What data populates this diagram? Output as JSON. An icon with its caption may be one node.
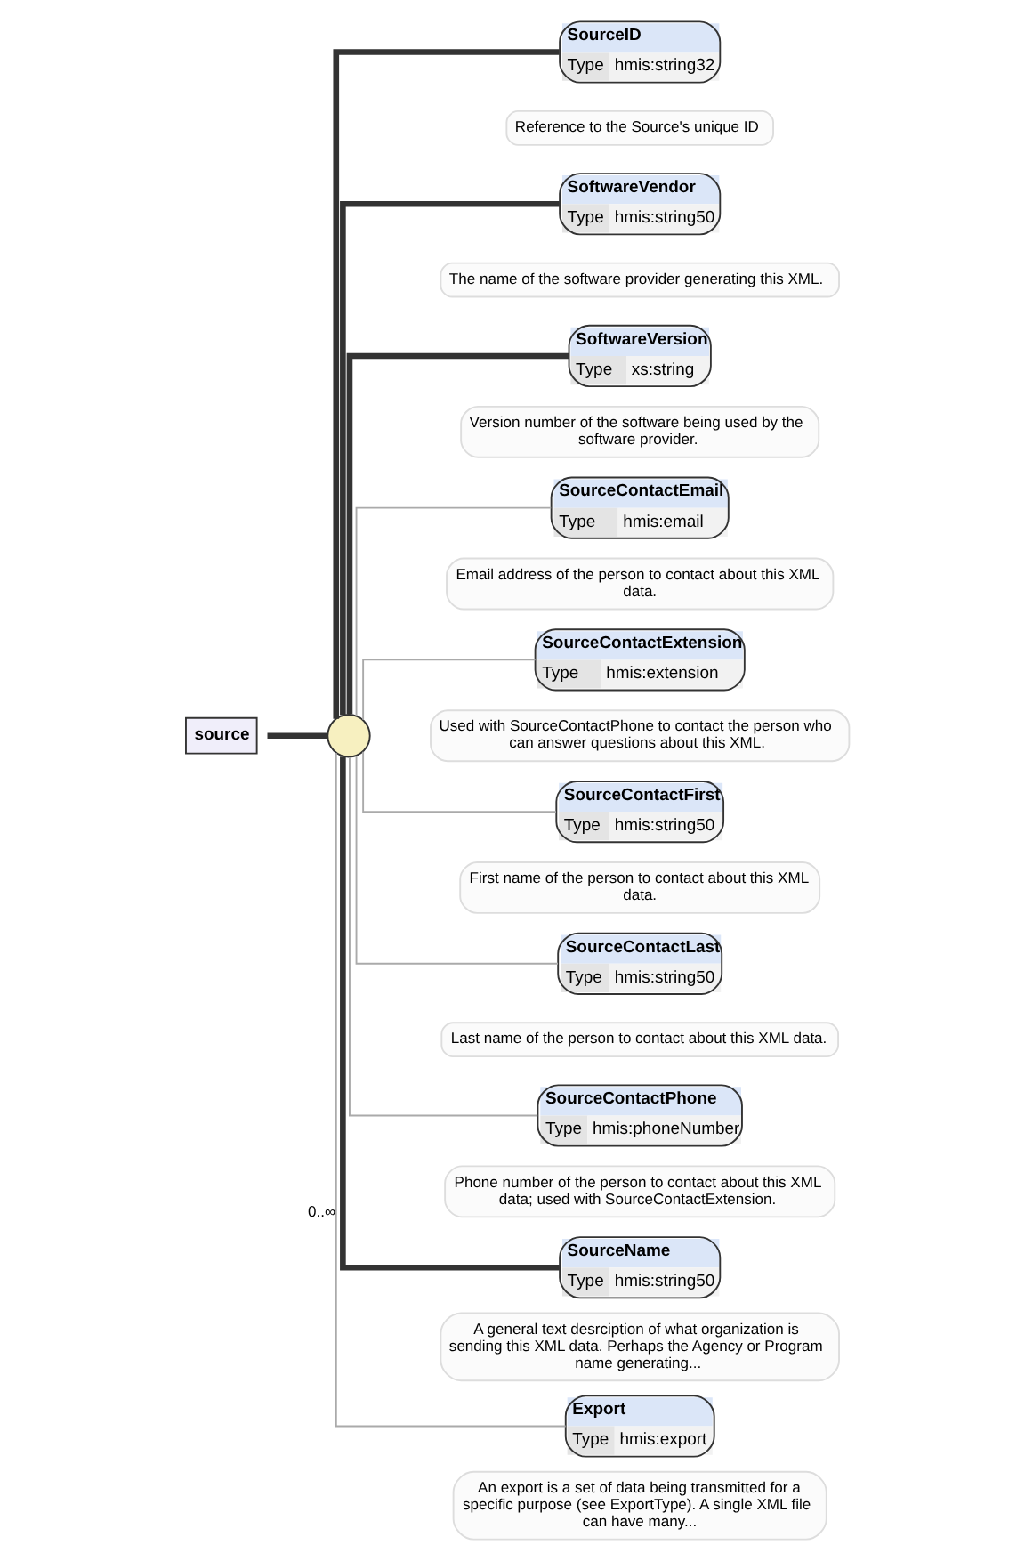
{
  "diagram": {
    "nodes": [
      {
        "text": [
          "source"
        ]
      },
      {
        "text": [],
        "shape": "circle"
      },
      {
        "text": [
          "SourceID",
          "Type",
          "hmis:string32"
        ],
        "beside": [
          "Reference to the Source's unique ID"
        ]
      },
      {
        "text": [
          "SoftwareVendor",
          "Type",
          "hmis:string50"
        ],
        "beside": [
          "The name of the software provider generating this XML."
        ]
      },
      {
        "text": [
          "SoftwareVersion",
          "Type",
          "xs:string"
        ],
        "beside": [
          "Version number of the software being used by the software provider."
        ]
      },
      {
        "text": [
          "SourceContactEmail",
          "Type",
          "hmis:email"
        ],
        "beside": [
          "Email address of the person to contact about this XML data."
        ]
      },
      {
        "text": [
          "SourceContactExtension",
          "Type",
          "hmis:extension"
        ],
        "beside": [
          "Used with SourceContactPhone to contact the person who can answer questions about this XML."
        ]
      },
      {
        "text": [
          "SourceContactFirst",
          "Type",
          "hmis:string50"
        ],
        "beside": [
          "First name of the person to contact about this XML data."
        ]
      },
      {
        "text": [
          "SourceContactLast",
          "Type",
          "hmis:string50"
        ],
        "beside": [
          "Last name of the person to contact about this XML data."
        ]
      },
      {
        "text": [
          "SourceContactPhone",
          "Type",
          "hmis:phoneNumber"
        ],
        "beside": [
          "Phone number of the person to contact about this XML data; used with SourceContactExtension."
        ]
      },
      {
        "text": [
          "SourceName",
          "Type",
          "hmis:string50"
        ],
        "beside": [
          "A general text desrciption of what organization is sending this XML data. Perhaps the Agency or Program name generating..."
        ]
      },
      {
        "text": [
          "Export",
          "Type",
          "hmis:export"
        ],
        "beside": [
          "An export is a set of data being transmitted for a specific purpose (see ExportType). A single XML file can have many..."
        ]
      }
    ],
    "edges": [
      {
        "from": 0,
        "to": 1,
        "arrow": "none",
        "style": "thick",
        "color": "#333333"
      },
      {
        "from": 1,
        "to": 2,
        "arrow": "none",
        "style": "thick",
        "color": "#333333"
      },
      {
        "from": 1,
        "to": 3,
        "arrow": "none",
        "style": "thick",
        "color": "#333333"
      },
      {
        "from": 1,
        "to": 4,
        "arrow": "none",
        "style": "thick",
        "color": "#333333"
      },
      {
        "from": 1,
        "to": 5,
        "arrow": "none"
      },
      {
        "from": 1,
        "to": 6,
        "arrow": "none"
      },
      {
        "from": 1,
        "to": 7,
        "arrow": "none"
      },
      {
        "from": 1,
        "to": 8,
        "arrow": "none"
      },
      {
        "from": 1,
        "to": 9,
        "arrow": "none"
      },
      {
        "from": 1,
        "to": 10,
        "arrow": "none",
        "style": "thick",
        "color": "#333333"
      },
      {
        "from": 1,
        "to": 11,
        "arrow": "none",
        "label": "0..∞"
      }
    ]
  }
}
